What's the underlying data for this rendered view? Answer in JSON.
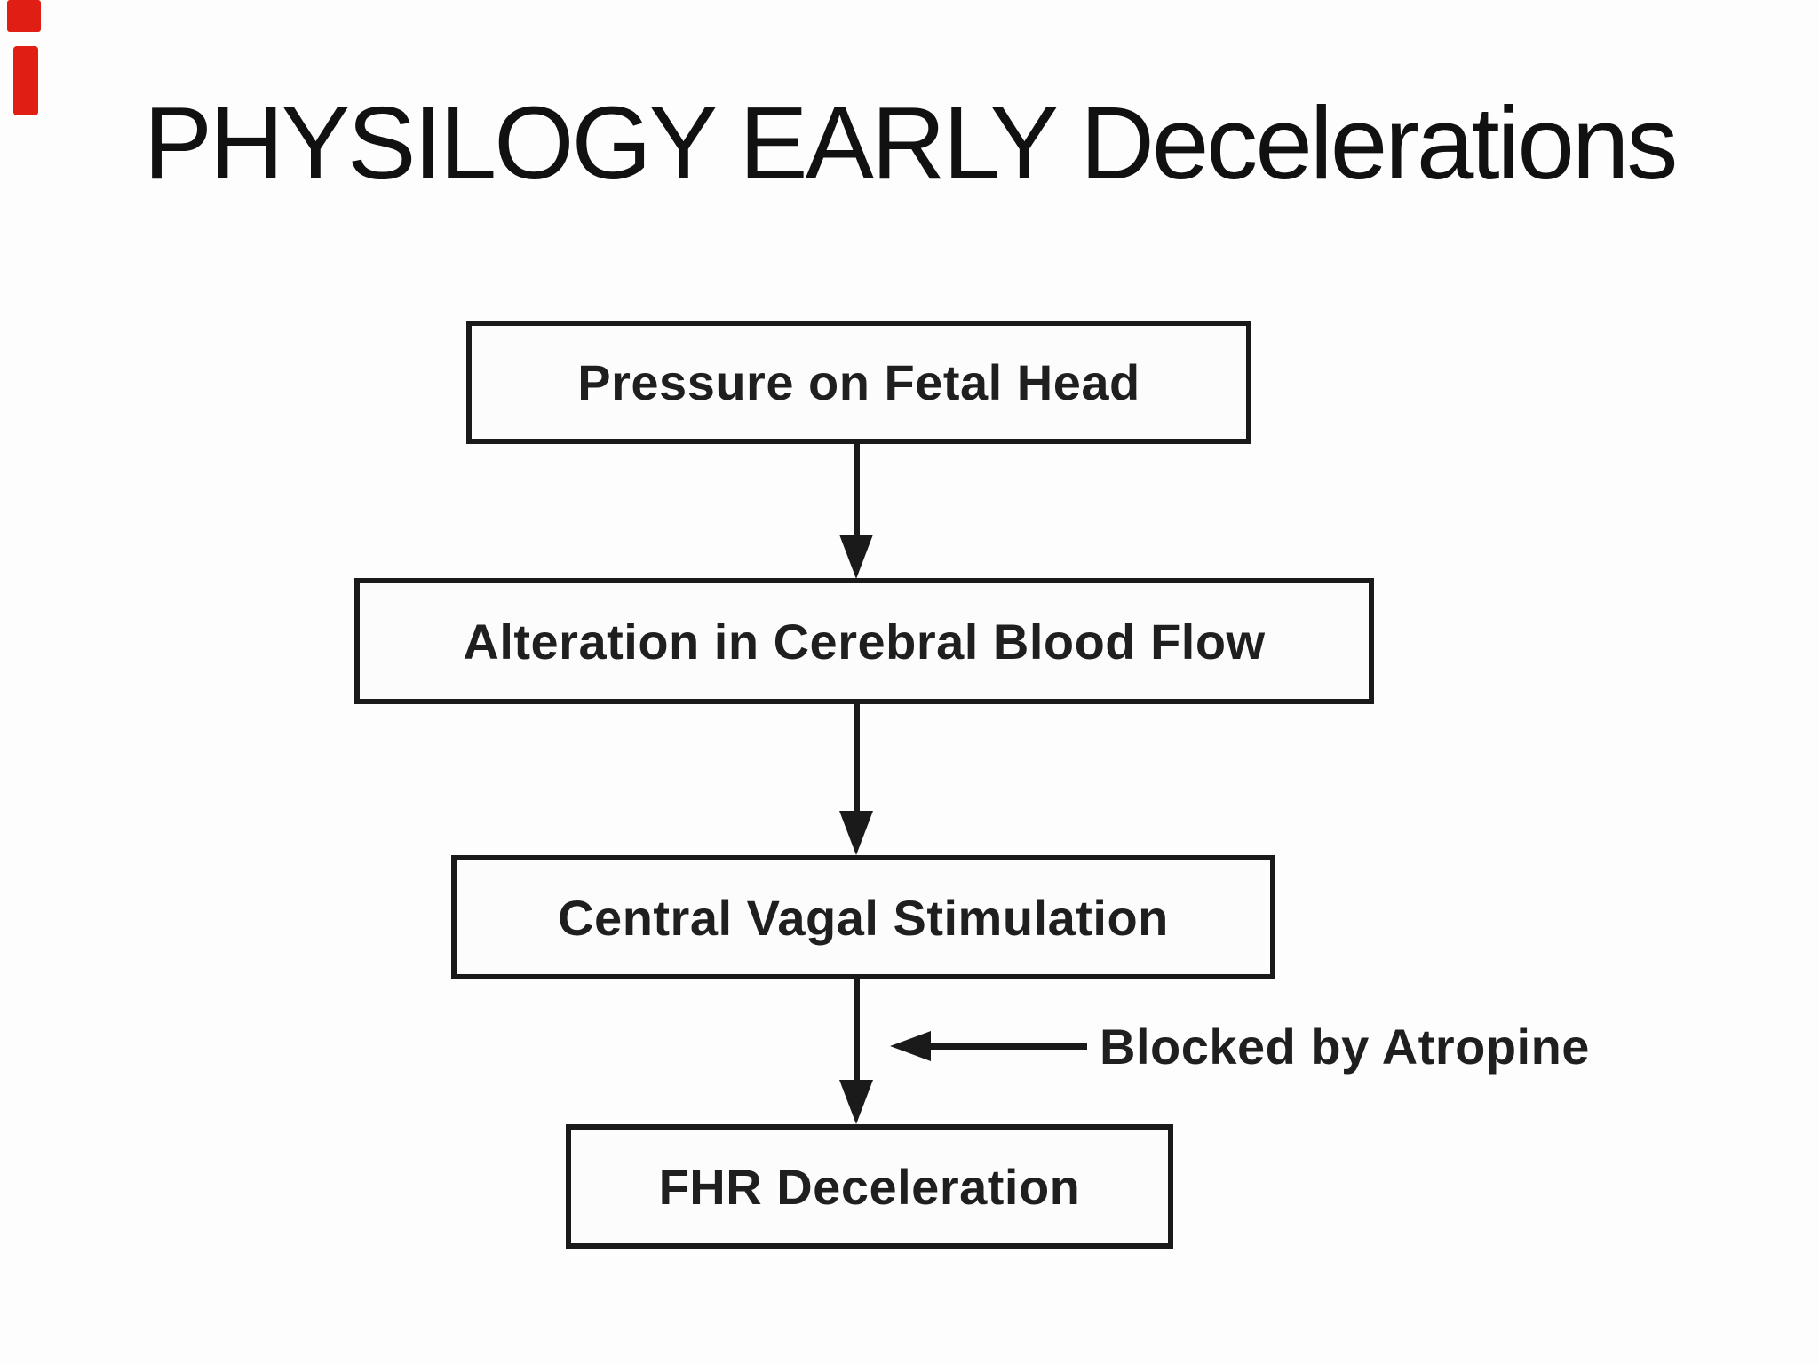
{
  "slide": {
    "title": "PHYSILOGY EARLY Decelerations"
  },
  "flowchart": {
    "type": "flowchart",
    "direction": "top-down",
    "nodes": [
      {
        "label": "Pressure on Fetal Head"
      },
      {
        "label": "Alteration in Cerebral Blood Flow"
      },
      {
        "label": "Central Vagal Stimulation"
      },
      {
        "label": "FHR Deceleration"
      }
    ],
    "annotation": {
      "label": "Blocked by Atropine",
      "arrow_direction": "left"
    }
  },
  "colors": {
    "ink": "#1a1a1a",
    "background": "#fdfdfd",
    "edge_artifact_red": "#e01e14"
  }
}
